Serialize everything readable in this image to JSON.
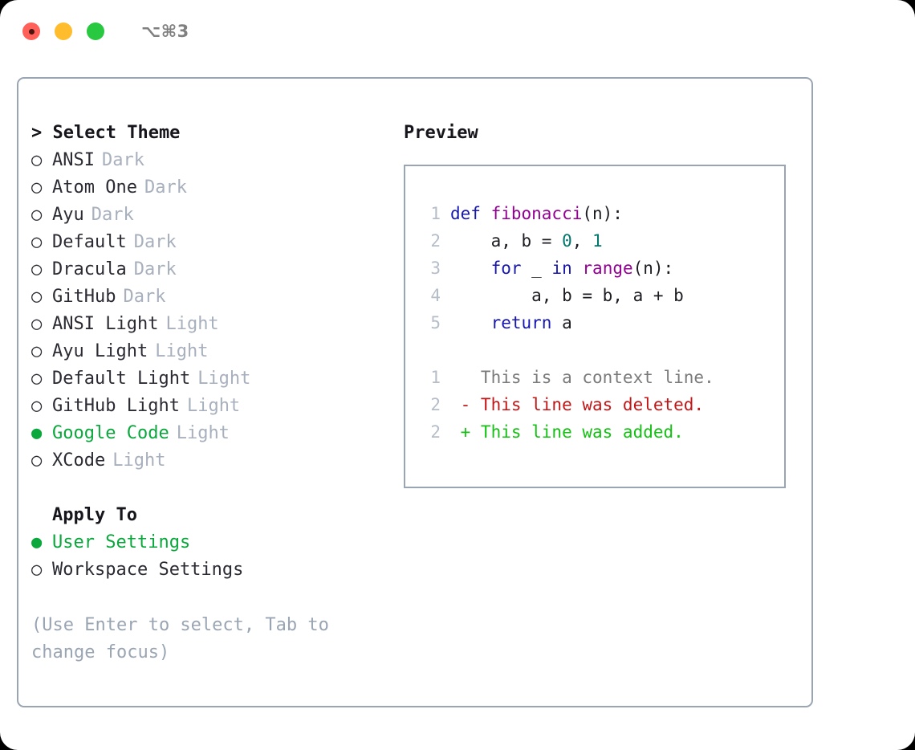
{
  "window": {
    "title": "⌥⌘3",
    "traffic_lights": [
      "close",
      "minimize",
      "maximize"
    ]
  },
  "theme_picker": {
    "heading": "> Select Theme",
    "bullet_unselected": "○",
    "bullet_selected": "●",
    "items": [
      {
        "name": "ANSI",
        "tag": "Dark",
        "selected": false
      },
      {
        "name": "Atom One",
        "tag": "Dark",
        "selected": false
      },
      {
        "name": "Ayu",
        "tag": "Dark",
        "selected": false
      },
      {
        "name": "Default",
        "tag": "Dark",
        "selected": false
      },
      {
        "name": "Dracula",
        "tag": "Dark",
        "selected": false
      },
      {
        "name": "GitHub",
        "tag": "Dark",
        "selected": false
      },
      {
        "name": "ANSI Light",
        "tag": "Light",
        "selected": false
      },
      {
        "name": "Ayu Light",
        "tag": "Light",
        "selected": false
      },
      {
        "name": "Default Light",
        "tag": "Light",
        "selected": false
      },
      {
        "name": "GitHub Light",
        "tag": "Light",
        "selected": false
      },
      {
        "name": "Google Code",
        "tag": "Light",
        "selected": true
      },
      {
        "name": "XCode",
        "tag": "Light",
        "selected": false
      }
    ]
  },
  "apply_to": {
    "heading": "Apply To",
    "items": [
      {
        "name": "User Settings",
        "tag": "",
        "selected": true
      },
      {
        "name": "Workspace Settings",
        "tag": "",
        "selected": false
      }
    ]
  },
  "hint": "(Use Enter to select, Tab to change focus)",
  "preview": {
    "title": "Preview",
    "code_lines": [
      {
        "no": "1",
        "tokens": [
          {
            "t": "def ",
            "c": "kw"
          },
          {
            "t": "fibonacci",
            "c": "fn"
          },
          {
            "t": "(n):",
            "c": "code-body"
          }
        ]
      },
      {
        "no": "2",
        "tokens": [
          {
            "t": "    a, b = ",
            "c": "code-body"
          },
          {
            "t": "0",
            "c": "num"
          },
          {
            "t": ", ",
            "c": "code-body"
          },
          {
            "t": "1",
            "c": "num"
          }
        ]
      },
      {
        "no": "3",
        "tokens": [
          {
            "t": "    ",
            "c": "code-body"
          },
          {
            "t": "for",
            "c": "kw"
          },
          {
            "t": " _ ",
            "c": "code-body"
          },
          {
            "t": "in",
            "c": "kw"
          },
          {
            "t": " ",
            "c": "code-body"
          },
          {
            "t": "range",
            "c": "fn"
          },
          {
            "t": "(n):",
            "c": "code-body"
          }
        ]
      },
      {
        "no": "4",
        "tokens": [
          {
            "t": "        a, b = b, a + b",
            "c": "code-body"
          }
        ]
      },
      {
        "no": "5",
        "tokens": [
          {
            "t": "    ",
            "c": "code-body"
          },
          {
            "t": "return",
            "c": "kw"
          },
          {
            "t": " a",
            "c": "code-body"
          }
        ]
      }
    ],
    "diff_lines": [
      {
        "no": "1",
        "tokens": [
          {
            "t": "   This is a context line.",
            "c": "diff-ctx"
          }
        ]
      },
      {
        "no": "2",
        "tokens": [
          {
            "t": " - This line was deleted.",
            "c": "diff-del"
          }
        ]
      },
      {
        "no": "2",
        "tokens": [
          {
            "t": " + This line was added.",
            "c": "diff-add"
          }
        ]
      }
    ]
  },
  "colors": {
    "accent_green": "#0aa83c",
    "muted": "#a8b0bd",
    "border": "#9aa5b4",
    "keyword": "#1717b0",
    "function": "#930093",
    "number": "#00766c",
    "diff_add": "#12c112",
    "diff_del": "#c21616",
    "diff_ctx": "#7a7a7a"
  }
}
